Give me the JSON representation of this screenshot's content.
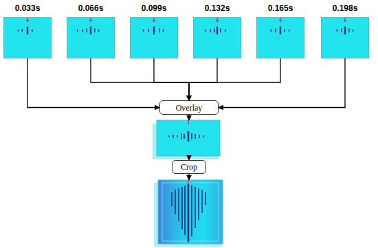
{
  "diagram": {
    "nodes": [
      {
        "text": [
          "0.033s"
        ]
      },
      {
        "text": [
          "0.066s"
        ]
      },
      {
        "text": [
          "0.099s"
        ]
      },
      {
        "text": [
          "0.132s"
        ]
      },
      {
        "text": [
          "0.165s"
        ]
      },
      {
        "text": [
          "0.198s"
        ]
      },
      {
        "text": [
          "Overlay"
        ]
      },
      {
        "text": [
          "Crop"
        ]
      }
    ],
    "edges": [
      {
        "from": 0,
        "to": 6,
        "arrow": "to"
      },
      {
        "from": 1,
        "to": 6,
        "arrow": "to"
      },
      {
        "from": 2,
        "to": 6,
        "arrow": "to"
      },
      {
        "from": 3,
        "to": 6,
        "arrow": "to"
      },
      {
        "from": 4,
        "to": 6,
        "arrow": "to"
      },
      {
        "from": 5,
        "to": 6,
        "arrow": "to"
      }
    ]
  }
}
